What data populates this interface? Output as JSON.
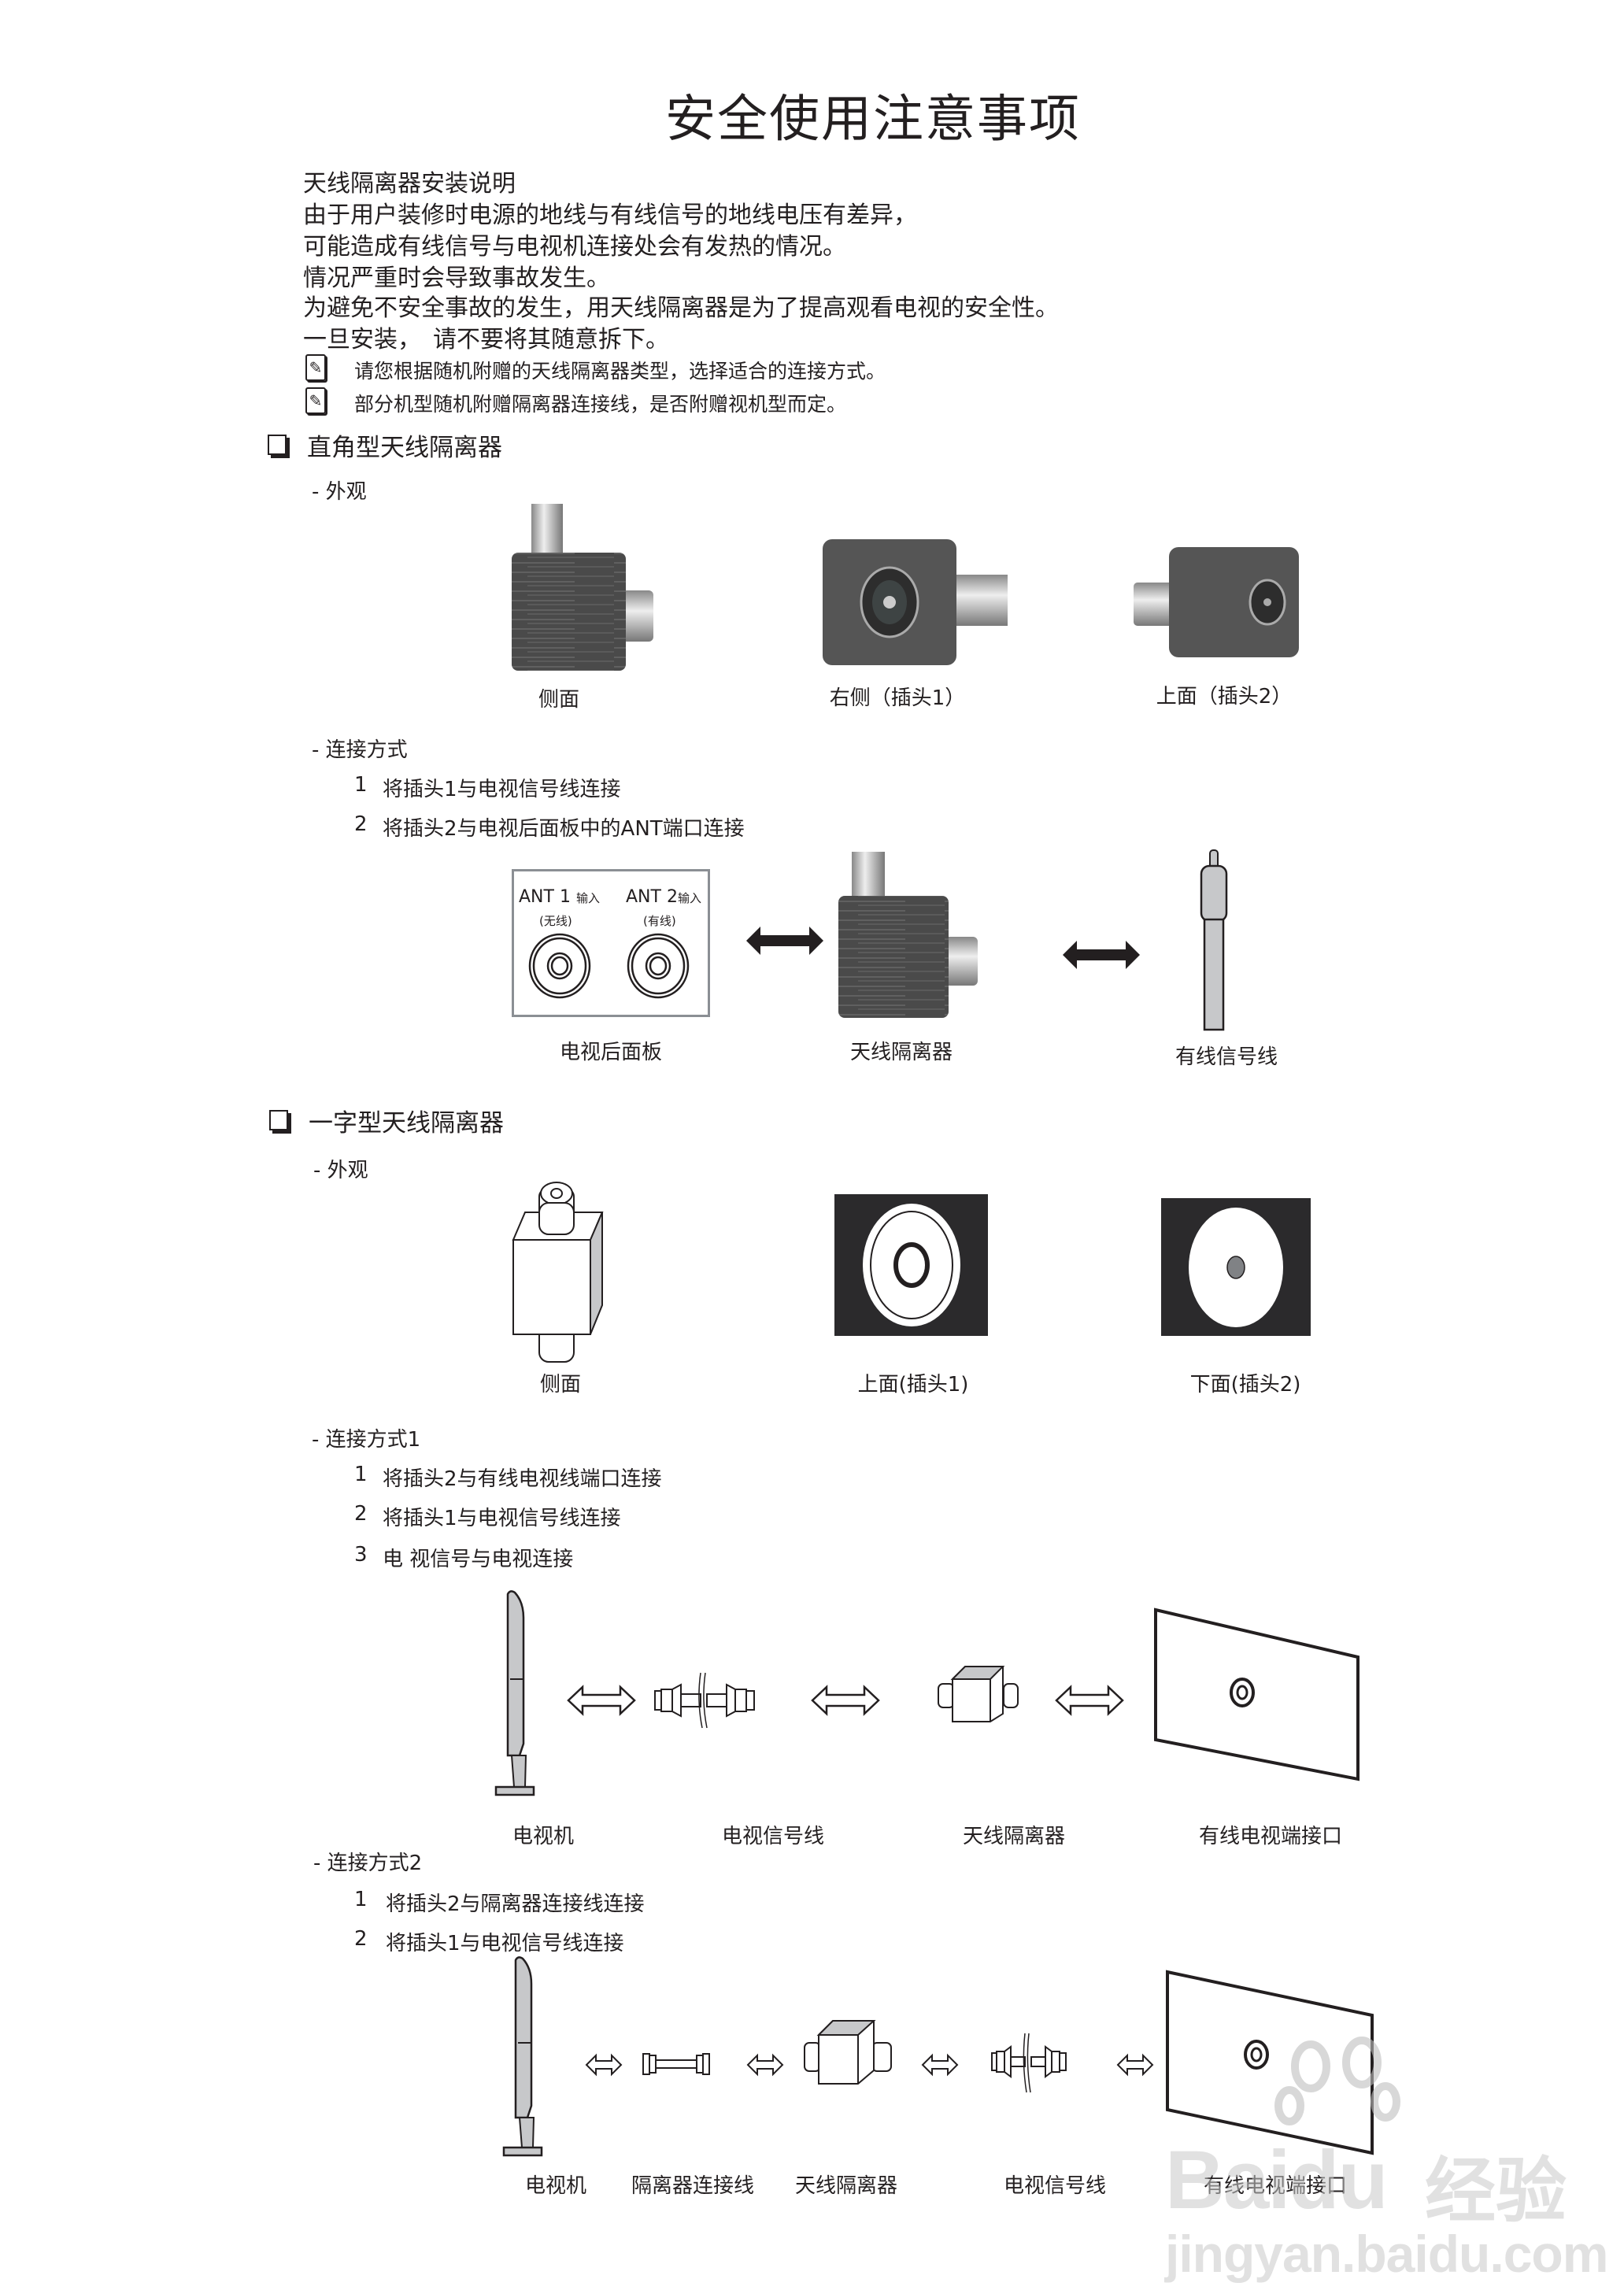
{
  "page": {
    "title": "安全使用注意事项"
  },
  "intro": {
    "lines": [
      "天线隔离器安装说明",
      "由于用户装修时电源的地线与有线信号的地线电压有差异，",
      "可能造成有线信号与电视机连接处会有发热的情况。",
      "情况严重时会导致事故发生。",
      "为避免不安全事故的发生，用天线隔离器是为了提高观看电视的安全性。",
      "一旦安装，　请不要将其随意拆下。"
    ],
    "notes": [
      {
        "icon": "note-pencil-icon",
        "text": "请您根据随机附赠的天线隔离器类型，选择适合的连接方式。"
      },
      {
        "icon": "note-pencil-icon",
        "text": "部分机型随机附赠隔离器连接线，是否附赠视机型而定。"
      }
    ]
  },
  "section1": {
    "heading": "直角型天线隔离器",
    "appearance_label": "- 外观",
    "views": [
      "侧面",
      "右侧（插头1）",
      "上面（插头2）"
    ],
    "connection_label": "- 连接方式",
    "steps": [
      {
        "num": "1",
        "text": "将插头1与电视信号线连接"
      },
      {
        "num": "2",
        "text": "将插头2与电视后面板中的ANT端口连接"
      }
    ],
    "panel": {
      "ant1": "ANT 1",
      "ant1_suffix": "输入",
      "ant1_sub": "(无线)",
      "ant2": "ANT 2",
      "ant2_suffix": "输入",
      "ant2_sub": "(有线)"
    },
    "diagram_captions": [
      "电视后面板",
      "天线隔离器",
      "有线信号线"
    ]
  },
  "section2": {
    "heading": "一字型天线隔离器",
    "appearance_label": "- 外观",
    "views": [
      "侧面",
      "上面(插头1)",
      "下面(插头2)"
    ],
    "method1": {
      "label": "- 连接方式1",
      "steps": [
        {
          "num": "1",
          "text": "将插头2与有线电视线端口连接"
        },
        {
          "num": "2",
          "text": "将插头1与电视信号线连接"
        },
        {
          "num": "3",
          "text": "电 视信号与电视连接"
        }
      ],
      "captions": [
        "电视机",
        "电视信号线",
        "天线隔离器",
        "有线电视端接口"
      ]
    },
    "method2": {
      "label": "- 连接方式2",
      "steps": [
        {
          "num": "1",
          "text": "将插头2与隔离器连接线连接"
        },
        {
          "num": "2",
          "text": "将插头1与电视信号线连接"
        }
      ],
      "captions": [
        "电视机",
        "隔离器连接线",
        "天线隔离器",
        "电视信号线",
        "有线电视端接口"
      ]
    }
  },
  "watermark": {
    "brand": "Bai",
    "brand2": "du",
    "cn": "经验",
    "url": "jingyan.baidu.com"
  }
}
